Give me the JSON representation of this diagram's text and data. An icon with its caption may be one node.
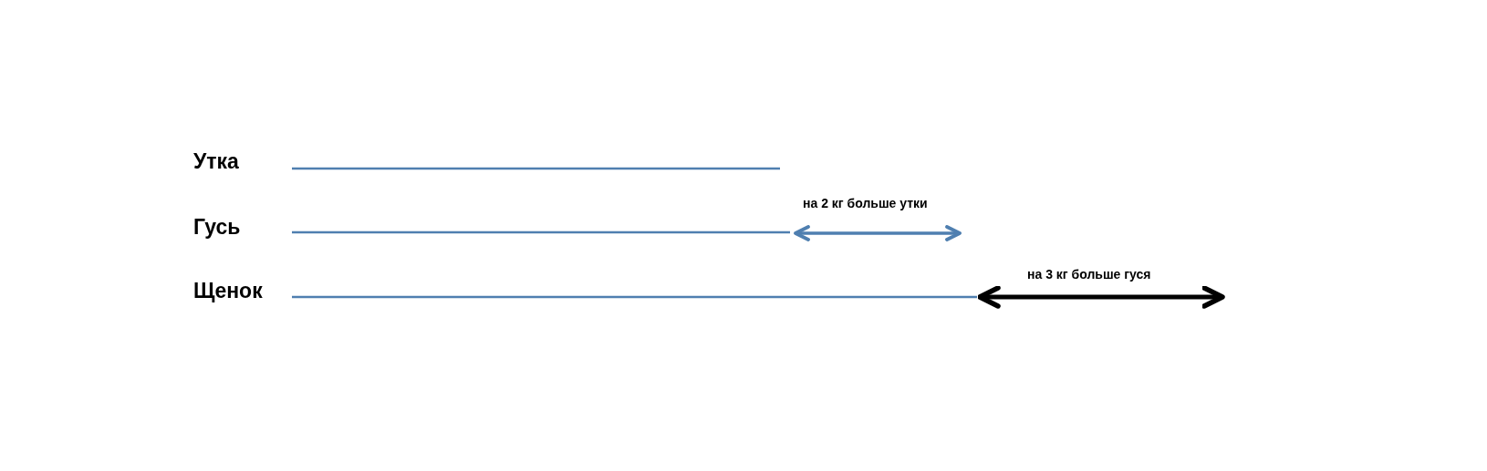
{
  "diagram": {
    "labels": [
      "Утка",
      "Гусь",
      "Щенок",
      "на 2 кг больше утки",
      "на 3 кг больше гуся"
    ]
  }
}
